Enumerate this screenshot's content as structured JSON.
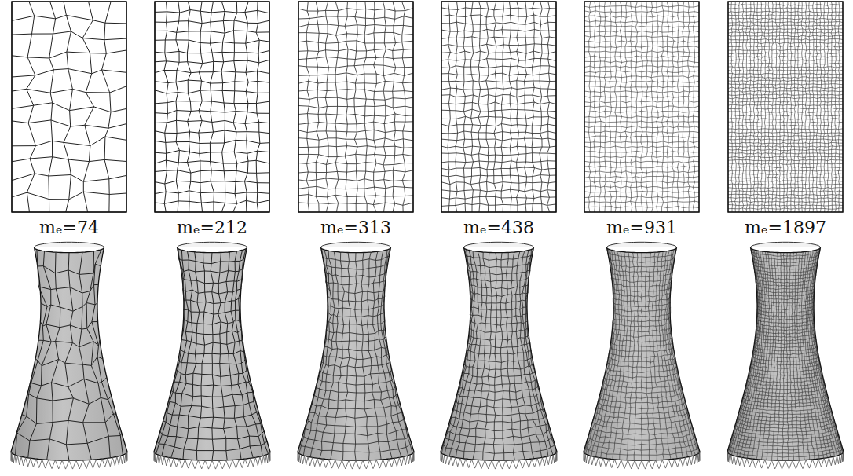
{
  "diagram": {
    "labels": [
      "mₑ=74",
      "mₑ=212",
      "mₑ=313",
      "mₑ=438",
      "mₑ=931",
      "mₑ=1897"
    ]
  }
}
